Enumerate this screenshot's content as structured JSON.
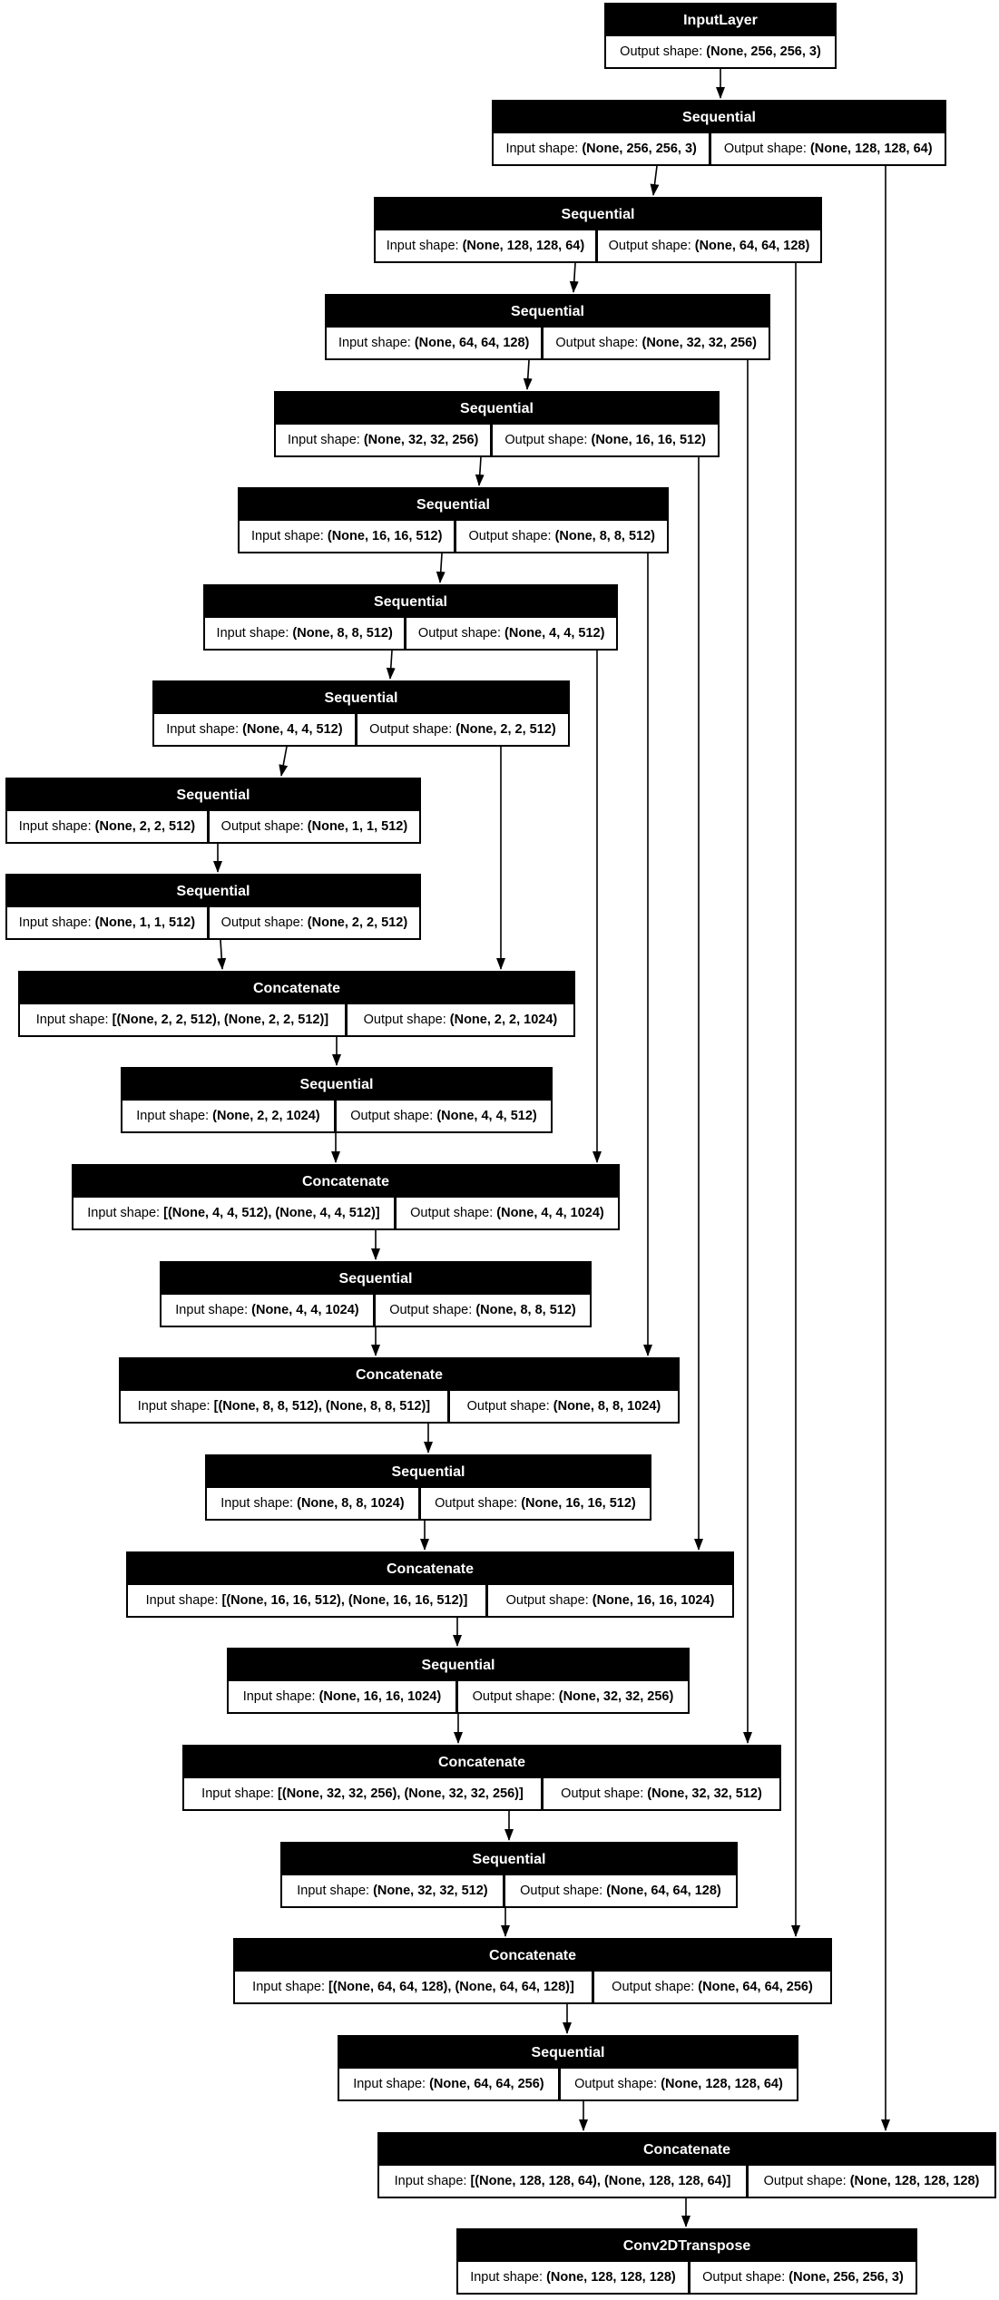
{
  "diagram": {
    "kind": "keras-model-architecture-plot",
    "colors": {
      "node_bg": "#000000",
      "node_text": "#ffffff",
      "cell_bg": "#ffffff",
      "cell_text": "#000000",
      "edge": "#000000",
      "background": "#ffffff"
    },
    "labels": {
      "input": "Input shape:",
      "output": "Output shape:"
    },
    "nodes": [
      {
        "title": "InputLayer",
        "output_label": "Output shape:",
        "output_value": "(None, 256, 256, 3)"
      },
      {
        "title": "Sequential",
        "input_label": "Input shape:",
        "input_value": "(None, 256, 256, 3)",
        "output_label": "Output shape:",
        "output_value": "(None, 128, 128, 64)"
      },
      {
        "title": "Sequential",
        "input_label": "Input shape:",
        "input_value": "(None, 128, 128, 64)",
        "output_label": "Output shape:",
        "output_value": "(None, 64, 64, 128)"
      },
      {
        "title": "Sequential",
        "input_label": "Input shape:",
        "input_value": "(None, 64, 64, 128)",
        "output_label": "Output shape:",
        "output_value": "(None, 32, 32, 256)"
      },
      {
        "title": "Sequential",
        "input_label": "Input shape:",
        "input_value": "(None, 32, 32, 256)",
        "output_label": "Output shape:",
        "output_value": "(None, 16, 16, 512)"
      },
      {
        "title": "Sequential",
        "input_label": "Input shape:",
        "input_value": "(None, 16, 16, 512)",
        "output_label": "Output shape:",
        "output_value": "(None, 8, 8, 512)"
      },
      {
        "title": "Sequential",
        "input_label": "Input shape:",
        "input_value": "(None, 8, 8, 512)",
        "output_label": "Output shape:",
        "output_value": "(None, 4, 4, 512)"
      },
      {
        "title": "Sequential",
        "input_label": "Input shape:",
        "input_value": "(None, 4, 4, 512)",
        "output_label": "Output shape:",
        "output_value": "(None, 2, 2, 512)"
      },
      {
        "title": "Sequential",
        "input_label": "Input shape:",
        "input_value": "(None, 2, 2, 512)",
        "output_label": "Output shape:",
        "output_value": "(None, 1, 1, 512)"
      },
      {
        "title": "Sequential",
        "input_label": "Input shape:",
        "input_value": "(None, 1, 1, 512)",
        "output_label": "Output shape:",
        "output_value": "(None, 2, 2, 512)"
      },
      {
        "title": "Concatenate",
        "input_label": "Input shape:",
        "input_value": "[(None, 2, 2, 512), (None, 2, 2, 512)]",
        "output_label": "Output shape:",
        "output_value": "(None, 2, 2, 1024)"
      },
      {
        "title": "Sequential",
        "input_label": "Input shape:",
        "input_value": "(None, 2, 2, 1024)",
        "output_label": "Output shape:",
        "output_value": "(None, 4, 4, 512)"
      },
      {
        "title": "Concatenate",
        "input_label": "Input shape:",
        "input_value": "[(None, 4, 4, 512), (None, 4, 4, 512)]",
        "output_label": "Output shape:",
        "output_value": "(None, 4, 4, 1024)"
      },
      {
        "title": "Sequential",
        "input_label": "Input shape:",
        "input_value": "(None, 4, 4, 1024)",
        "output_label": "Output shape:",
        "output_value": "(None, 8, 8, 512)"
      },
      {
        "title": "Concatenate",
        "input_label": "Input shape:",
        "input_value": "[(None, 8, 8, 512), (None, 8, 8, 512)]",
        "output_label": "Output shape:",
        "output_value": "(None, 8, 8, 1024)"
      },
      {
        "title": "Sequential",
        "input_label": "Input shape:",
        "input_value": "(None, 8, 8, 1024)",
        "output_label": "Output shape:",
        "output_value": "(None, 16, 16, 512)"
      },
      {
        "title": "Concatenate",
        "input_label": "Input shape:",
        "input_value": "[(None, 16, 16, 512), (None, 16, 16, 512)]",
        "output_label": "Output shape:",
        "output_value": "(None, 16, 16, 1024)"
      },
      {
        "title": "Sequential",
        "input_label": "Input shape:",
        "input_value": "(None, 16, 16, 1024)",
        "output_label": "Output shape:",
        "output_value": "(None, 32, 32, 256)"
      },
      {
        "title": "Concatenate",
        "input_label": "Input shape:",
        "input_value": "[(None, 32, 32, 256), (None, 32, 32, 256)]",
        "output_label": "Output shape:",
        "output_value": "(None, 32, 32, 512)"
      },
      {
        "title": "Sequential",
        "input_label": "Input shape:",
        "input_value": "(None, 32, 32, 512)",
        "output_label": "Output shape:",
        "output_value": "(None, 64, 64, 128)"
      },
      {
        "title": "Concatenate",
        "input_label": "Input shape:",
        "input_value": "[(None, 64, 64, 128), (None, 64, 64, 128)]",
        "output_label": "Output shape:",
        "output_value": "(None, 64, 64, 256)"
      },
      {
        "title": "Sequential",
        "input_label": "Input shape:",
        "input_value": "(None, 64, 64, 256)",
        "output_label": "Output shape:",
        "output_value": "(None, 128, 128, 64)"
      },
      {
        "title": "Concatenate",
        "input_label": "Input shape:",
        "input_value": "[(None, 128, 128, 64), (None, 128, 128, 64)]",
        "output_label": "Output shape:",
        "output_value": "(None, 128, 128, 128)"
      },
      {
        "title": "Conv2DTranspose",
        "input_label": "Input shape:",
        "input_value": "(None, 128, 128, 128)",
        "output_label": "Output shape:",
        "output_value": "(None, 256, 256, 3)"
      }
    ]
  }
}
